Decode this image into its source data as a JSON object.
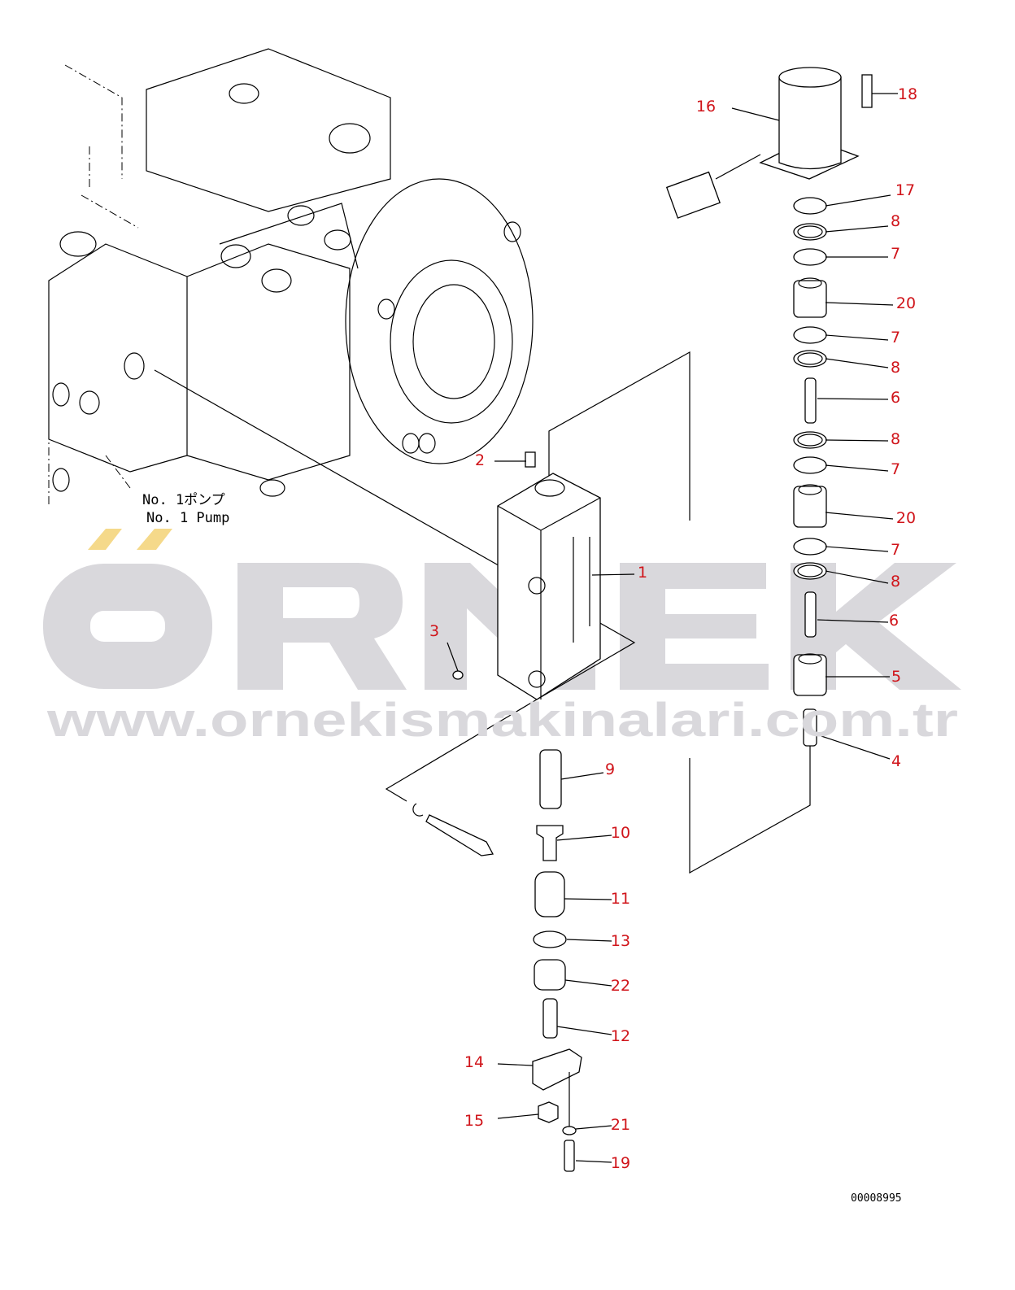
{
  "pump_label": {
    "jp": "No. 1ポンプ",
    "en": "No. 1 Pump"
  },
  "drawing_number": "00008995",
  "watermark": {
    "brand": "ÖRNEK",
    "url": "www.ornekismakinalari.com.tr",
    "accent_color": "#f5d98a"
  },
  "callouts": [
    "16",
    "18",
    "17",
    "8",
    "7",
    "20",
    "7",
    "8",
    "6",
    "8",
    "7",
    "20",
    "7",
    "8",
    "6",
    "5",
    "4",
    "2",
    "1",
    "3",
    "9",
    "10",
    "11",
    "13",
    "22",
    "12",
    "14",
    "15",
    "21",
    "19"
  ],
  "colors": {
    "callout": "#d0141a",
    "line": "#000000",
    "watermark": "#d9d8dc"
  }
}
